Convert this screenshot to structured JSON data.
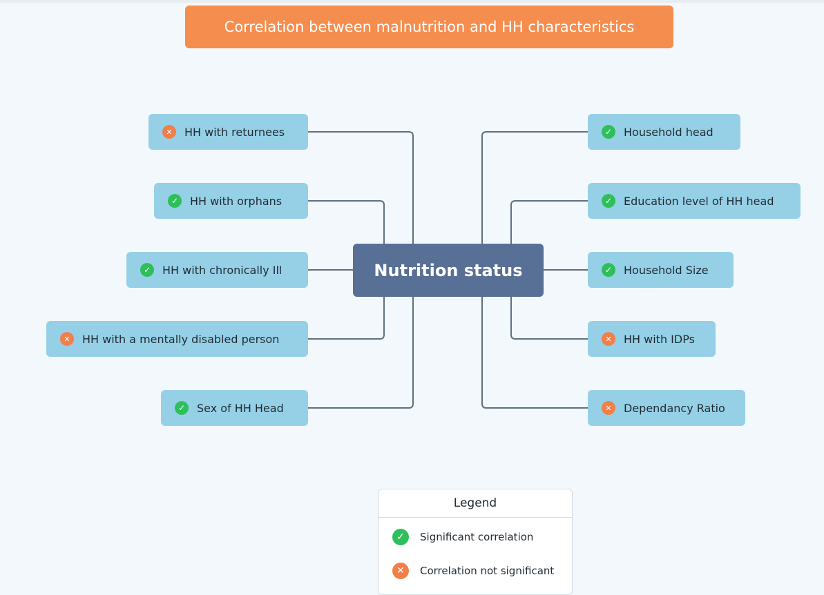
{
  "title": "Correlation between malnutrition and HH characteristics",
  "center": "Nutrition status",
  "colors": {
    "banner": "#f58d4f",
    "center": "#586f96",
    "node": "#96d0e6",
    "significant": "#2fbf5a",
    "not_significant": "#f27e4a"
  },
  "left_nodes": [
    {
      "label": "HH with returnees",
      "status": "not_significant"
    },
    {
      "label": "HH with orphans",
      "status": "significant"
    },
    {
      "label": "HH with chronically Ill",
      "status": "significant"
    },
    {
      "label": "HH with a mentally disabled person",
      "status": "not_significant"
    },
    {
      "label": "Sex of HH Head",
      "status": "significant"
    }
  ],
  "right_nodes": [
    {
      "label": "Household head",
      "status": "significant"
    },
    {
      "label": "Education level of HH head",
      "status": "significant"
    },
    {
      "label": "Household Size",
      "status": "significant"
    },
    {
      "label": "HH with IDPs",
      "status": "not_significant"
    },
    {
      "label": "Dependancy Ratio",
      "status": "not_significant"
    }
  ],
  "legend": {
    "title": "Legend",
    "items": [
      {
        "label": "Significant correlation",
        "status": "significant"
      },
      {
        "label": "Correlation not significant",
        "status": "not_significant"
      }
    ]
  }
}
